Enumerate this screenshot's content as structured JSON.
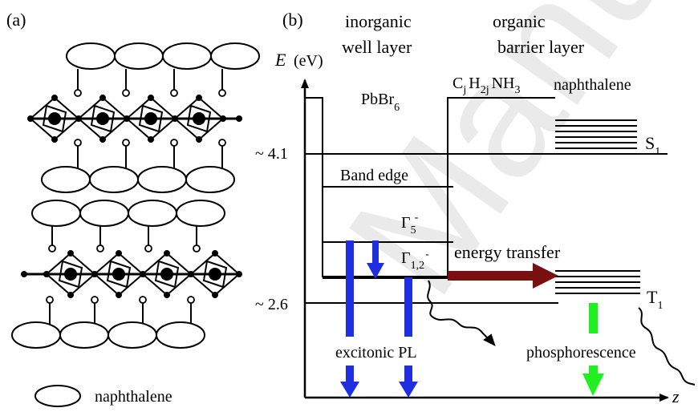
{
  "panel_a": {
    "label": "(a)",
    "legend_label": "naphthalene"
  },
  "panel_b": {
    "label": "(b)",
    "header_inorganic_line1": "inorganic",
    "header_inorganic_line2": "well layer",
    "header_organic_line1": "organic",
    "header_organic_line2": "barrier layer",
    "axis_y_symbol": "E",
    "axis_y_unit": "(eV)",
    "axis_x_symbol": "z",
    "tick_high": "~ 4.1",
    "tick_low": "~ 2.6",
    "pbbr": "PbBr",
    "pbbr_sub": "6",
    "chain": {
      "c": "C",
      "c_sub": "j",
      "h": "H",
      "h_sub": "2j",
      "nh": "NH",
      "nh_sub": "3"
    },
    "naphthalene": "naphthalene",
    "band_edge": "Band edge",
    "gamma5": "Γ",
    "gamma5_sub": "5",
    "gamma5_sup": "-",
    "gamma12": "Γ",
    "gamma12_sub": "1,2",
    "gamma12_sup": "-",
    "energy_transfer": "energy transfer",
    "s1": "S",
    "s1_sub": "1",
    "t1": "T",
    "t1_sub": "1",
    "excitonic_pl": "excitonic PL",
    "phosphorescence": "phosphorescence"
  },
  "watermark": "Manus",
  "colors": {
    "pl_arrow": "#1f2fe0",
    "transfer_arrow": "#7a0f0f",
    "phos_arrow": "#22ee22",
    "line": "#000000"
  }
}
